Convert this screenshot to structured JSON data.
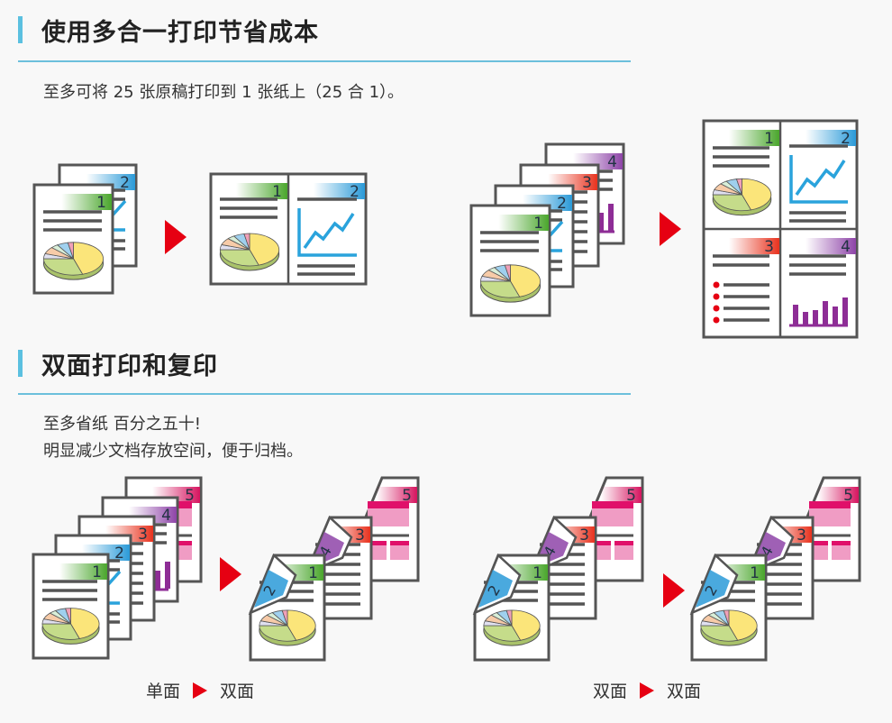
{
  "section1": {
    "title": "使用多合一打印节省成本",
    "description": "至多可将 25 张原稿打印到 1 张纸上（25 合 1）。"
  },
  "section2": {
    "title": "双面打印和复印",
    "line1": "至多省纸 百分之五十!",
    "line2": "明显减少文档存放空间，便于归档。",
    "caption_left": {
      "from": "单面",
      "to": "双面"
    },
    "caption_right": {
      "from": "双面",
      "to": "双面"
    }
  },
  "page_numbers": [
    "1",
    "2",
    "3",
    "4",
    "5"
  ],
  "colors": {
    "accent": "#5bc0e0",
    "arrow": "#e60012",
    "page1": "#4aa62c",
    "page2": "#2a9ad8",
    "page3": "#e8321e",
    "page4": "#8e44a8",
    "page5": "#d6145f"
  }
}
